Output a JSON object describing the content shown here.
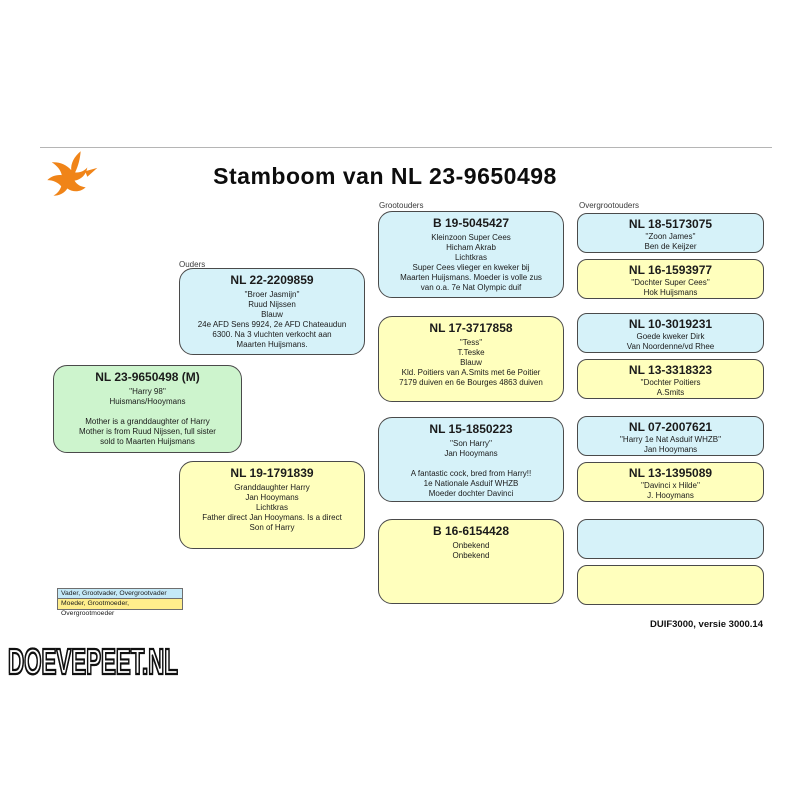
{
  "title": "Stamboom van NL 23-9650498",
  "column_labels": {
    "ouders": "Ouders",
    "grootouders": "Grootouders",
    "overgrootouders": "Overgrootouders"
  },
  "colors": {
    "male_box": "#d6f2f9",
    "female_box": "#ffffbd",
    "subject_box": "#cdf4cd",
    "legend_male": "#c4e9f7",
    "legend_female": "#ffee8c",
    "logo_orange": "#f08418"
  },
  "boxes": {
    "subject": {
      "ring": "NL 23-9650498 (M)",
      "lines": [
        "''Harry 98''",
        "Huismans/Hooymans",
        "",
        "Mother is a granddaughter of Harry",
        "Mother is from Ruud Nijssen, full sister",
        "sold to Maarten Huijsmans"
      ]
    },
    "father": {
      "ring": "NL 22-2209859",
      "lines": [
        "''Broer Jasmijn''",
        "Ruud Nijssen",
        "Blauw",
        "24e AFD Sens 9924, 2e AFD Chateaudun",
        "6300. Na 3 vluchten verkocht aan",
        "Maarten Huijsmans."
      ]
    },
    "mother": {
      "ring": "NL 19-1791839",
      "lines": [
        "Granddaughter Harry",
        "Jan Hooymans",
        "Lichtkras",
        "Father direct Jan Hooymans. Is a direct",
        "Son of Harry"
      ]
    },
    "grandfather_paternal": {
      "ring": "B 19-5045427",
      "lines": [
        "Kleinzoon Super Cees",
        "Hicham Akrab",
        "Lichtkras",
        "Super Cees vlieger en kweker bij",
        "Maarten Huijsmans. Moeder is volle zus",
        "van o.a. 7e Nat Olympic duif"
      ]
    },
    "grandmother_paternal": {
      "ring": "NL 17-3717858",
      "lines": [
        "''Tess''",
        "T.Teske",
        "Blauw",
        "Kld. Poitiers van A.Smits met 6e Poitier",
        "7179 duiven en 6e Bourges 4863 duiven"
      ]
    },
    "grandfather_maternal": {
      "ring": "NL 15-1850223",
      "lines": [
        "''Son Harry''",
        "Jan Hooymans",
        "",
        "A fantastic cock, bred from Harry!!",
        "1e Nationale Asduif WHZB",
        "Moeder dochter Davinci"
      ]
    },
    "grandmother_maternal": {
      "ring": "B 16-6154428",
      "lines": [
        "Onbekend",
        "Onbekend"
      ]
    },
    "ggp1": {
      "ring": "NL 18-5173075",
      "lines": [
        "''Zoon James''",
        "Ben de Keijzer"
      ]
    },
    "ggp2": {
      "ring": "NL 16-1593977",
      "lines": [
        "''Dochter Super Cees''",
        "Hok Huijsmans"
      ]
    },
    "ggp3": {
      "ring": "NL 10-3019231",
      "lines": [
        "Goede kweker Dirk",
        "Van Noordenne/vd Rhee"
      ]
    },
    "ggp4": {
      "ring": "NL 13-3318323",
      "lines": [
        "''Dochter Poitiers",
        "A.Smits"
      ]
    },
    "ggp5": {
      "ring": "NL 07-2007621",
      "lines": [
        "''Harry 1e Nat Asduif WHZB''",
        "Jan Hooymans"
      ]
    },
    "ggp6": {
      "ring": "NL 13-1395089",
      "lines": [
        "''Davinci x Hilde''",
        "J. Hooymans"
      ]
    }
  },
  "legend": {
    "male_label": "Vader, Grootvader, Overgrootvader",
    "female_label": "Moeder, Grootmoeder, Overgrootmoeder"
  },
  "footer": {
    "app_version": "DUIF3000, versie 3000.14"
  },
  "watermark": "DOEVEPEET.NL",
  "icons": {
    "logo": "pigeon-logo"
  }
}
